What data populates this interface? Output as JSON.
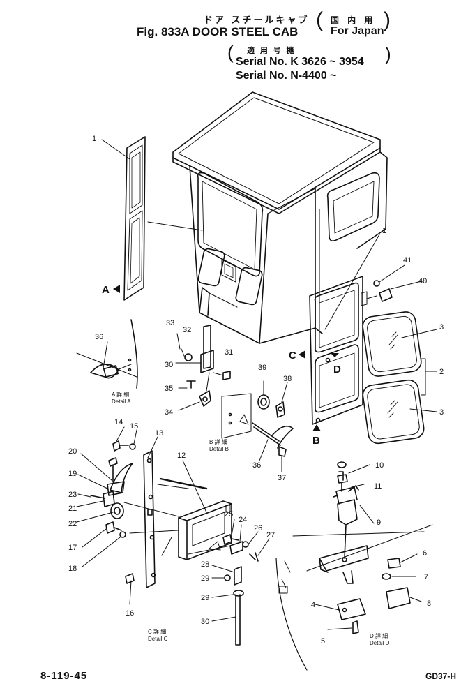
{
  "header": {
    "jp_title": "ドア スチールキャブ",
    "fig_title": "Fig. 833A DOOR STEEL CAB",
    "region_jp": "国 内 用",
    "region": "For Japan",
    "applicable_jp": "適 用 号 機",
    "serial_1": "Serial No. K 3626 ~ 3954",
    "serial_2": "Serial No. N-4400 ~"
  },
  "callouts": [
    "1",
    "1",
    "2",
    "3",
    "3",
    "4",
    "5",
    "6",
    "7",
    "8",
    "9",
    "10",
    "11",
    "12",
    "13",
    "14",
    "15",
    "16",
    "17",
    "18",
    "19",
    "20",
    "21",
    "22",
    "23",
    "24",
    "25",
    "26",
    "27",
    "28",
    "29",
    "29",
    "30",
    "30",
    "31",
    "32",
    "33",
    "34",
    "35",
    "36",
    "36",
    "37",
    "38",
    "39",
    "40",
    "41"
  ],
  "view_markers": {
    "a": "A",
    "b": "B",
    "c": "C",
    "d": "D"
  },
  "details": {
    "a": "Detail A",
    "b": "Detail B",
    "c": "Detail C",
    "d": "Detail D",
    "jp_a": "A 詳 細",
    "jp_b": "B 詳 細",
    "jp_c": "C 詳 細",
    "jp_d": "D 詳 細"
  },
  "footer": {
    "page_code": "8-119-45",
    "drawing_code": "GD37-H"
  }
}
